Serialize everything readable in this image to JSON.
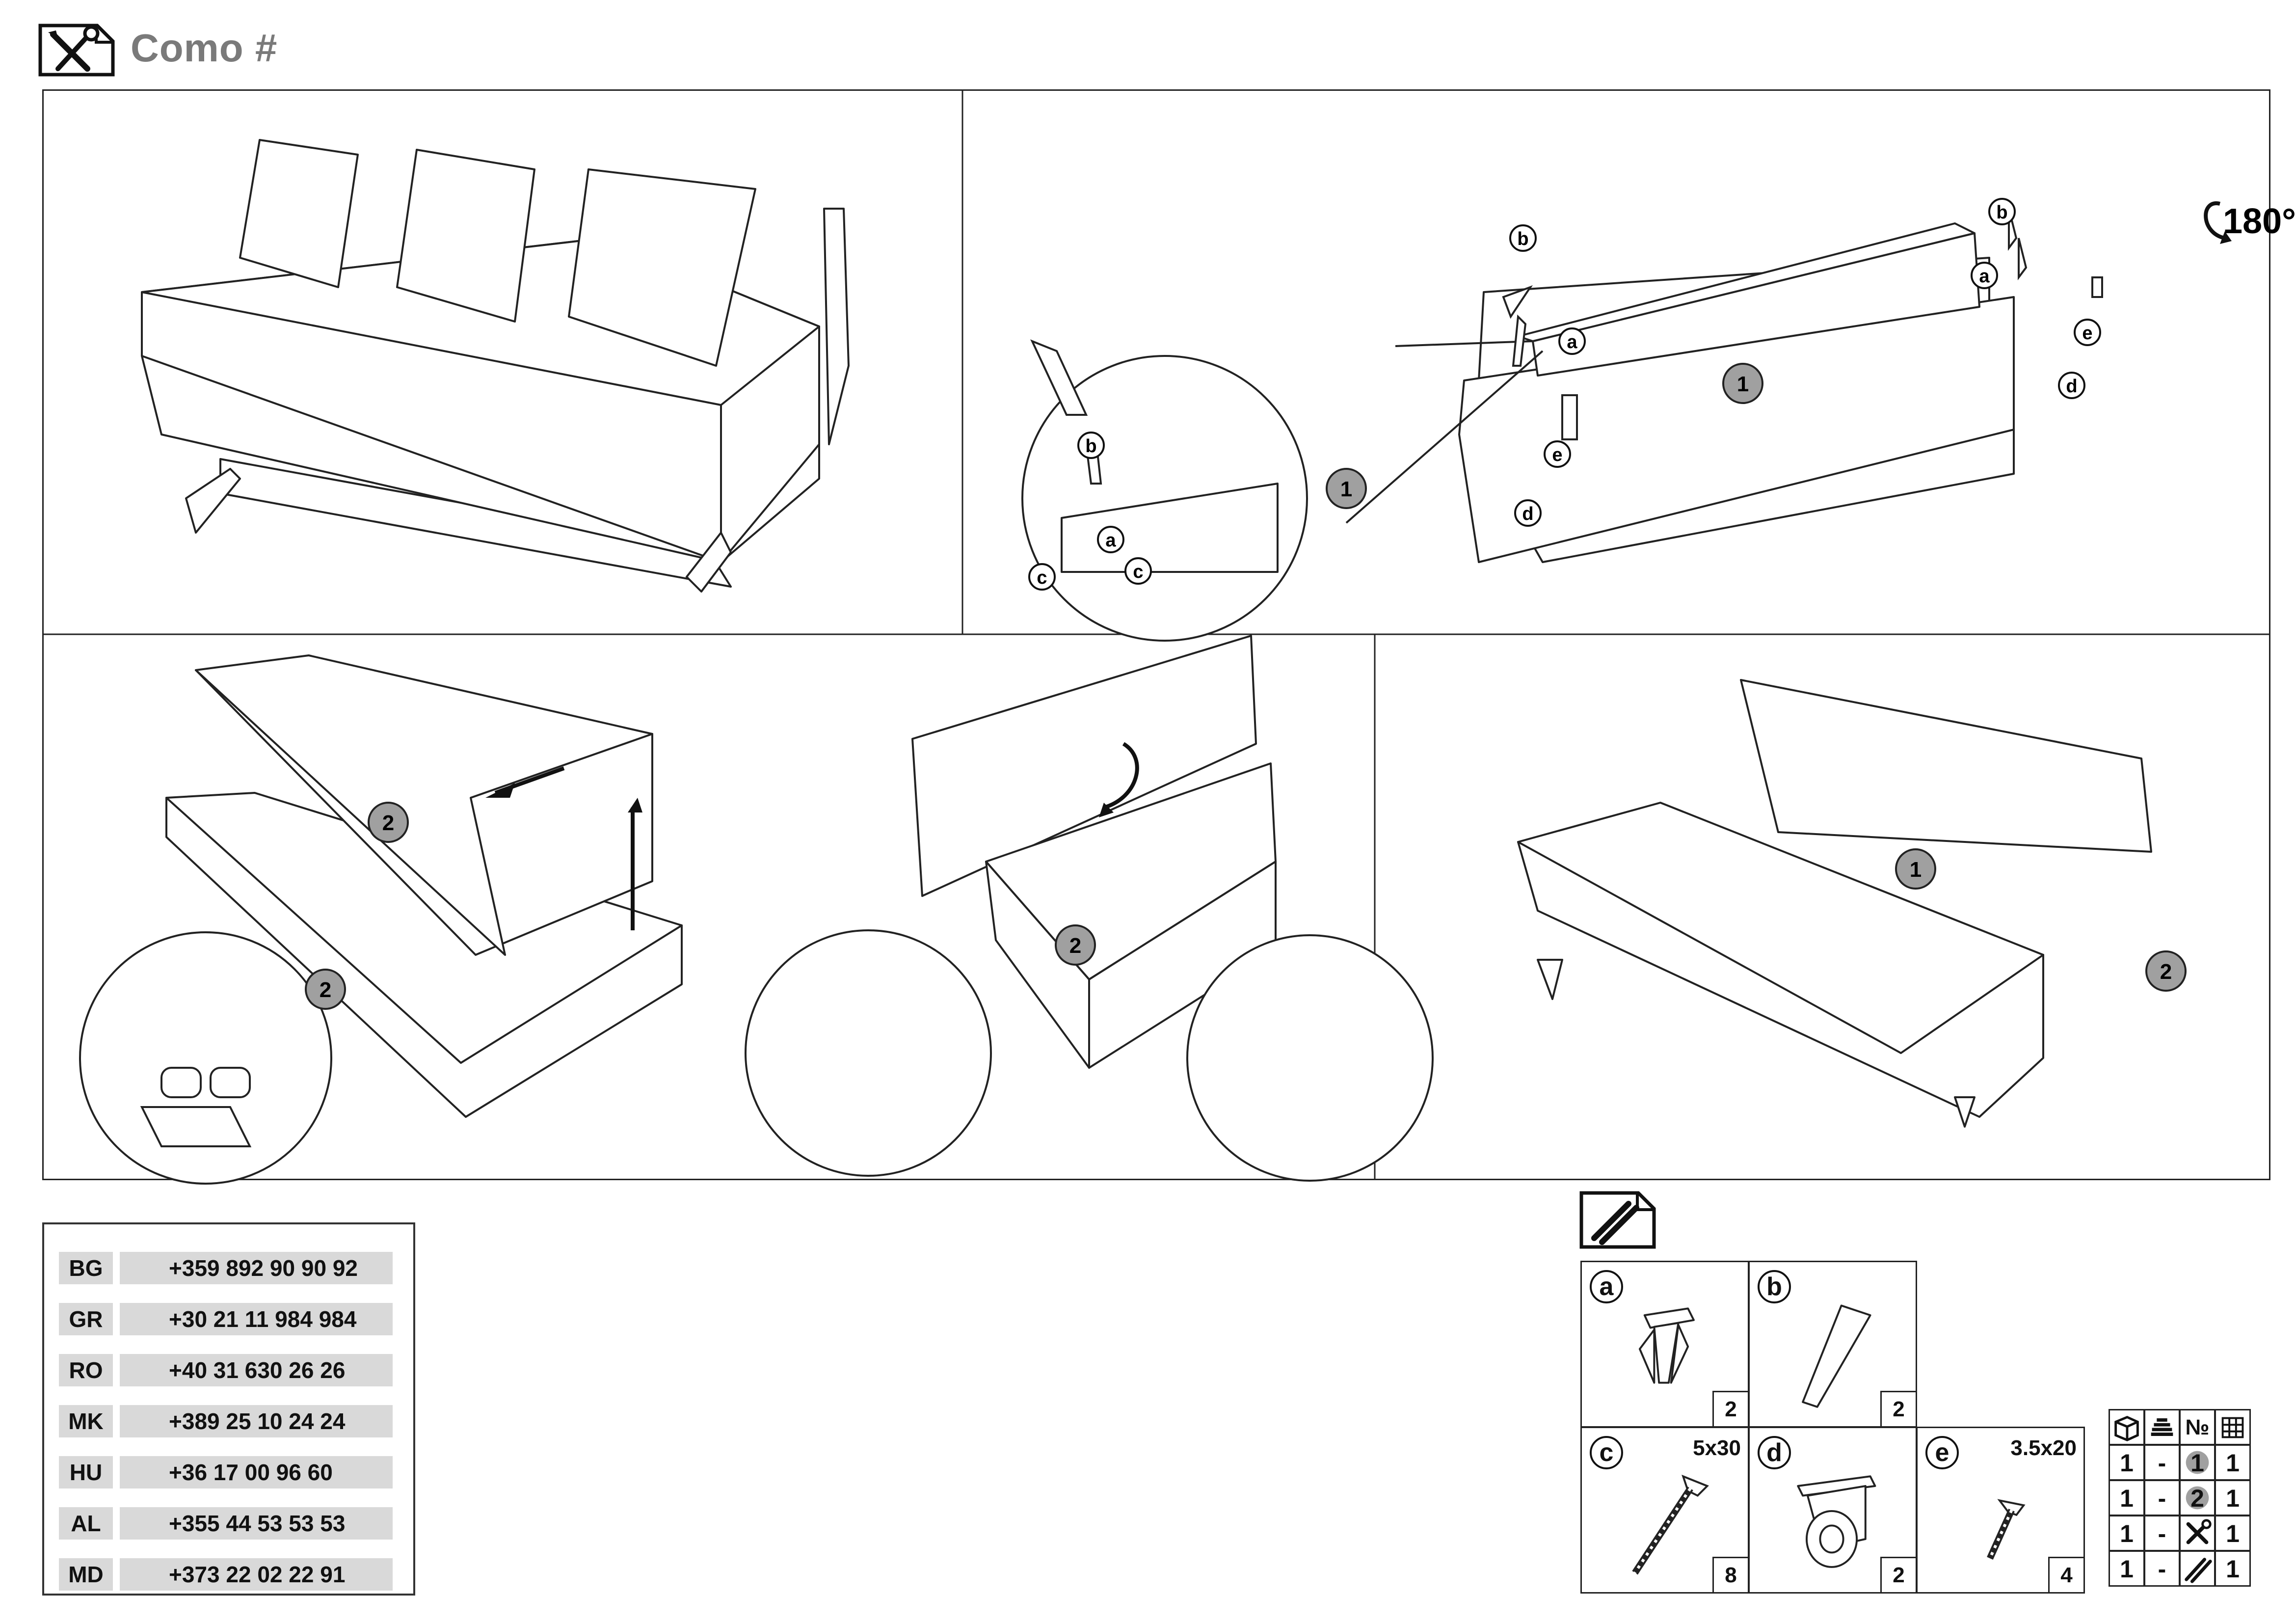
{
  "header": {
    "title": "Como #",
    "icon": "assembly-tools-icon"
  },
  "steps": [
    {
      "id": "overview",
      "part_label": ""
    },
    {
      "id": "legs",
      "part_label": "1",
      "rotate_label": "180°",
      "fixing_labels": [
        "a",
        "b",
        "c",
        "d",
        "e"
      ]
    },
    {
      "id": "hinge-box",
      "part_label": "2"
    },
    {
      "id": "open-box",
      "part_label": "2"
    },
    {
      "id": "final",
      "part_labels": [
        "1",
        "2"
      ]
    }
  ],
  "contacts": [
    {
      "code": "BG",
      "phone": "+359 892 90 90 92"
    },
    {
      "code": "GR",
      "phone": "+30 21 11 984 984"
    },
    {
      "code": "RO",
      "phone": "+40 31 630 26 26"
    },
    {
      "code": "MK",
      "phone": "+389 25 10 24 24"
    },
    {
      "code": "HU",
      "phone": "+36 17 00 96 60"
    },
    {
      "code": "AL",
      "phone": "+355 44 53 53 53"
    },
    {
      "code": "MD",
      "phone": "+373 22 02 22 91"
    }
  ],
  "parts_icon": "hardware-icon",
  "parts": [
    {
      "letter": "a",
      "qty": "2",
      "size": "",
      "icon": "leg-bracket-icon"
    },
    {
      "letter": "b",
      "qty": "2",
      "size": "",
      "icon": "tapered-leg-icon"
    },
    {
      "letter": "c",
      "qty": "8",
      "size": "5x30",
      "icon": "screw-icon"
    },
    {
      "letter": "d",
      "qty": "2",
      "size": "",
      "icon": "castor-wheel-icon"
    },
    {
      "letter": "e",
      "qty": "4",
      "size": "3.5x20",
      "icon": "screw-icon"
    }
  ],
  "package_table": {
    "header_icons": [
      "box-icon",
      "stack-icon",
      "number-sign",
      "pallet-icon"
    ],
    "number_sign": "№",
    "rows": [
      {
        "count": "1",
        "dash": "-",
        "part": "1",
        "qty": "1"
      },
      {
        "count": "1",
        "dash": "-",
        "part": "2",
        "qty": "1"
      },
      {
        "count": "1",
        "dash": "-",
        "part": "tools-icon",
        "qty": "1"
      },
      {
        "count": "1",
        "dash": "-",
        "part": "hardware-icon",
        "qty": "1"
      }
    ]
  }
}
